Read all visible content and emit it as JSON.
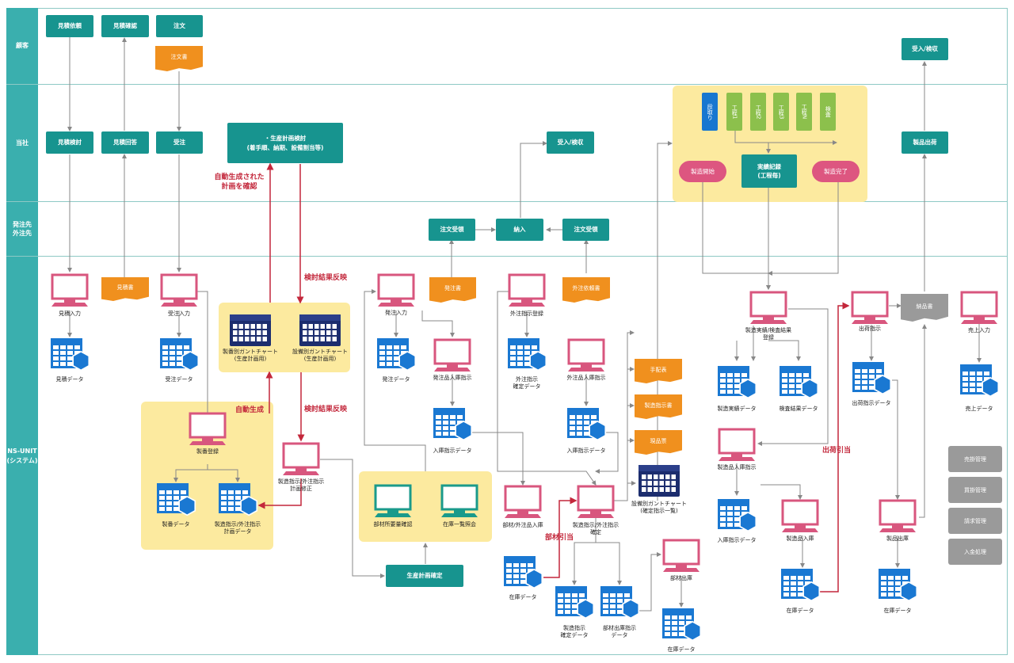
{
  "lanes": [
    "顧客",
    "当社",
    "発注先\n外注先",
    "NS-UNIT\n(システム)"
  ],
  "customer": {
    "quote_request": "見積依頼",
    "quote_confirm": "見積確認",
    "order": "注文",
    "order_doc": "注文書",
    "receive_inspect": "受入/検収"
  },
  "company": {
    "quote_review": "見積検討",
    "quote_reply": "見積回答",
    "order_receive": "受注",
    "plan_review": "・生産計画検討\n(着手順、納期、設備割当等)",
    "receive_inspect": "受入/検収",
    "ship_product": "製品出荷",
    "setup": "段取り",
    "process1": "工程1",
    "process2": "工程2",
    "process3": "工程3",
    "processN": "工程N",
    "inspect": "検査",
    "mfg_start": "製造開始",
    "record": "実績記録\n(工程毎)",
    "mfg_done": "製造完了"
  },
  "supplier": {
    "order_receive1": "注文受領",
    "delivery": "納入",
    "order_receive2": "注文受領"
  },
  "system": {
    "quote_input": "見積入力",
    "quote_doc": "見積書",
    "quote_data": "見積データ",
    "order_input": "受注入力",
    "order_data": "受注データ",
    "gantt_product": "製番別ガントチャート\n(生産計画用)",
    "gantt_equip": "設備別ガントチャート\n(生産計画用)",
    "lot_register": "製番登録",
    "lot_data": "製番データ",
    "plan_data": "製造指示/外注指示\n計画データ",
    "instr_edit": "製造指示/外注指示\n計画修正",
    "po_input": "発注入力",
    "po_doc": "発注書",
    "po_data": "発注データ",
    "po_receipt_instr": "発注品入庫指示",
    "receipt_instr_data1": "入庫指示データ",
    "parts_req": "部材所要量確認",
    "stock_query": "在庫一覧照会",
    "plan_confirm": "生産計画確定",
    "outsrc_register": "外注指示登録",
    "outsrc_doc": "外注依頼書",
    "outsrc_confirm_data": "外注指示\n確定データ",
    "outsrc_receipt_instr": "外注品入庫指示",
    "receipt_instr_data2": "入庫指示データ",
    "arrangement": "手配表",
    "mfg_instr_doc": "製造指示書",
    "goods_tag": "現品票",
    "gantt_confirmed": "設備別ガントチャート\n(確定指示一覧)",
    "parts_outsrc_receipt": "部材/外注品入庫",
    "stock_data1": "在庫データ",
    "instr_confirm": "製造指示/外注指示\n確定",
    "mfg_confirm_data": "製造指示\n確定データ",
    "parts_issue_data": "部材出庫指示\nデータ",
    "parts_issue": "部材出庫",
    "stock_data2": "在庫データ",
    "result_register": "製造実績/検査結果\n登録",
    "result_data": "製造実績データ",
    "inspect_data": "検査結果データ",
    "product_receipt_instr": "製造品入庫指示",
    "receipt_instr_data3": "入庫指示データ",
    "product_receipt": "製造品入庫",
    "stock_data3": "在庫データ",
    "ship_instr": "出荷指示",
    "delivery_note": "納品書",
    "ship_instr_data": "出荷指示データ",
    "product_issue": "製品出庫",
    "stock_data4": "在庫データ",
    "sales_input": "売上入力",
    "sales_data": "売上データ"
  },
  "side_menu": [
    "売掛管理",
    "買掛管理",
    "請求管理",
    "入金処理"
  ],
  "annotations": {
    "auto_plan": "自動生成された\n計画を確認",
    "reflect1": "検討結果反映",
    "reflect2": "検討結果反映",
    "auto_gen": "自動生成",
    "parts_alloc": "部材引当",
    "ship_alloc": "出荷引当"
  },
  "colors": {
    "lane": "#3aafae",
    "process": "#17948f",
    "document": "#f0901e",
    "monitor": "#d8567e",
    "database": "#1a78d2",
    "highlight": "#fcea9f",
    "arrow_red": "#c3273b"
  }
}
